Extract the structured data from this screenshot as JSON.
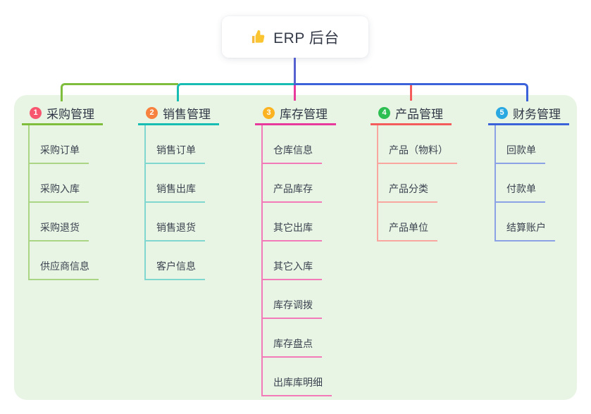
{
  "root": {
    "title": "ERP 后台",
    "icon": "thumbs-up-icon"
  },
  "branches": [
    {
      "badge": "1",
      "label": "采购管理",
      "badge_color": "#f8566f",
      "line_color": "#7fbe3c",
      "child_line_color": "#aad584",
      "children": [
        "采购订单",
        "采购入库",
        "采购退货",
        "供应商信息"
      ]
    },
    {
      "badge": "2",
      "label": "销售管理",
      "badge_color": "#f7813e",
      "line_color": "#17bcb3",
      "child_line_color": "#7fd7d0",
      "children": [
        "销售订单",
        "销售出库",
        "销售退货",
        "客户信息"
      ]
    },
    {
      "badge": "3",
      "label": "库存管理",
      "badge_color": "#fbb321",
      "line_color": "#e83a9d",
      "child_line_color": "#f27ab8",
      "children": [
        "仓库信息",
        "产品库存",
        "其它出库",
        "其它入库",
        "库存调拨",
        "库存盘点",
        "出库库明细"
      ]
    },
    {
      "badge": "4",
      "label": "产品管理",
      "badge_color": "#2ebf53",
      "line_color": "#f45c5c",
      "child_line_color": "#f9a6a0",
      "children": [
        "产品（物料）",
        "产品分类",
        "产品单位"
      ]
    },
    {
      "badge": "5",
      "label": "财务管理",
      "badge_color": "#29a8e1",
      "line_color": "#3c62d9",
      "child_line_color": "#8ba2e5",
      "children": [
        "回款单",
        "付款单",
        "结算账户"
      ]
    }
  ],
  "colors": {
    "canvas_bg": "#ffffff",
    "panel_bg": "#e8f5e4",
    "root_connector": "#5562d0",
    "title_text": "#303645",
    "child_text": "#3c4250"
  }
}
